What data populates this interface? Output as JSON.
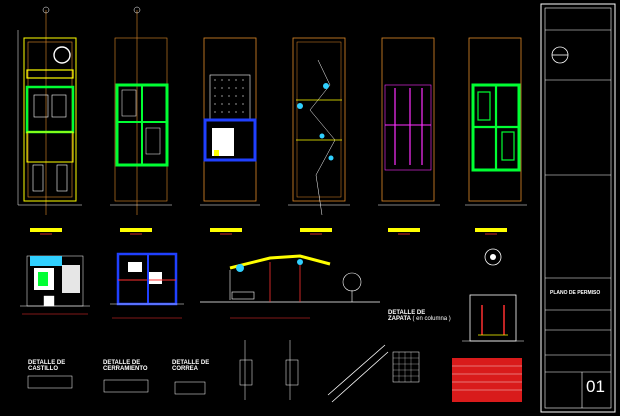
{
  "title_block": {
    "project_title": "PLANO DE PERMISO",
    "sheet_number": "01"
  },
  "details": [
    {
      "line1": "DETALLE DE",
      "line2": "CASTILLO"
    },
    {
      "line1": "DETALLE DE",
      "line2": "CERRAMIENTO"
    },
    {
      "line1": "DETALLE DE",
      "line2": "CORREA"
    },
    {
      "line1": "DETALLE DE",
      "line2": "ZAPATA",
      "suffix": "( en columna )"
    }
  ],
  "colors": {
    "background": "#000000",
    "wall_green": "#00ff33",
    "wall_yellow": "#ffff00",
    "line_red": "#ff3030",
    "line_orange": "#e08a2a",
    "line_cyan": "#30d0ff",
    "line_magenta": "#ff30ff",
    "line_blue": "#2040ff",
    "line_white": "#ffffff"
  }
}
